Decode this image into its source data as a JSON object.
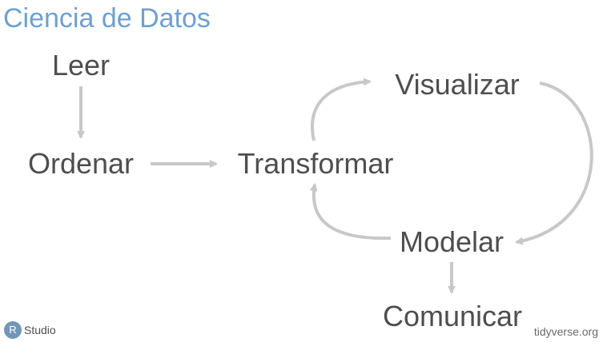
{
  "title": "Ciencia de Datos",
  "nodes": {
    "leer": "Leer",
    "ordenar": "Ordenar",
    "transformar": "Transformar",
    "visualizar": "Visualizar",
    "modelar": "Modelar",
    "comunicar": "Comunicar"
  },
  "edges": [
    {
      "from": "Leer",
      "to": "Ordenar"
    },
    {
      "from": "Ordenar",
      "to": "Transformar"
    },
    {
      "from": "Transformar",
      "to": "Visualizar"
    },
    {
      "from": "Visualizar",
      "to": "Modelar"
    },
    {
      "from": "Modelar",
      "to": "Transformar"
    },
    {
      "from": "Modelar",
      "to": "Comunicar"
    }
  ],
  "footer": {
    "logo_letter": "R",
    "logo_text": "Studio",
    "url": "tidyverse.org"
  },
  "colors": {
    "title": "#6fa0cf",
    "node_text": "#4e4e4e",
    "arrow": "#c8c8c8",
    "logo_badge": "#7396b8"
  }
}
